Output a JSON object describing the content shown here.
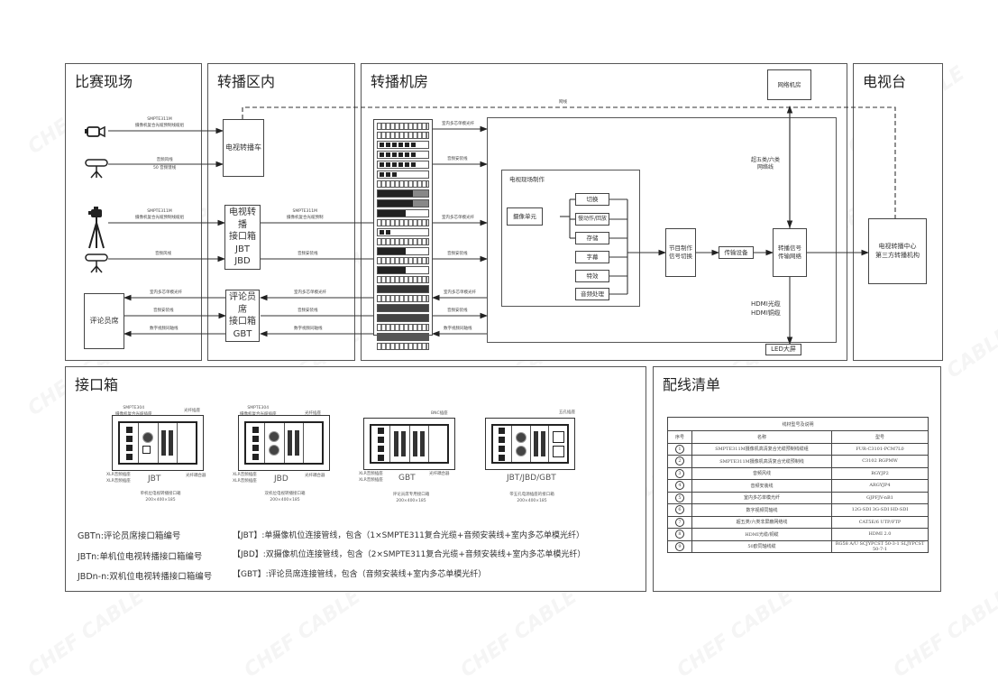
{
  "panels": {
    "venue": {
      "title": "比赛现场"
    },
    "broadcast_area": {
      "title": "转播区内"
    },
    "control_room": {
      "title": "转播机房"
    },
    "tv_station": {
      "title": "电视台"
    },
    "junction_boxes": {
      "title": "接口箱"
    },
    "wiring_list": {
      "title": "配线清单"
    }
  },
  "venue": {
    "camera1_line_label": [
      "SMPTE311M",
      "摄像机复合光缆预制线缆组"
    ],
    "mic1_line_labels": [
      "音频风线",
      "50 音频馈线"
    ],
    "camera2_line_label": [
      "SMPTE311M",
      "摄像机复合光缆预制线缆组"
    ],
    "mic2_line_label": "音频风线",
    "commentator_box": "评论员席",
    "commentator_lines": [
      "室内多芯单模光纤",
      "音频安装线",
      "数字视频同轴线"
    ]
  },
  "broadcast_area": {
    "ob_van": "电视转播车",
    "jbt_box": [
      "电视转播",
      "接口箱",
      "JBT",
      "JBD"
    ],
    "gbt_box": [
      "评论员席",
      "接口箱",
      "GBT"
    ],
    "jbt_out_labels": [
      [
        "SMPTE311M",
        "摄像机复合光缆预制"
      ],
      "音频安装线"
    ],
    "gbt_out_labels": [
      "室内多芯单模光纤",
      "音频安装线",
      "数字视频同轴线"
    ]
  },
  "control_room": {
    "dashed_line_label": "网线",
    "rack_out_labels": [
      "室内多芯单模光纤",
      "音频安装线",
      "室内多芯单模光纤",
      "音频安装线"
    ],
    "production_group_title": "电视现场制作",
    "camera_unit": "摄像单元",
    "functions": [
      "切换",
      "慢动作/回放",
      "存储",
      "字幕",
      "特效",
      "音频处理"
    ],
    "program_switch": [
      "节目制作",
      "信号切换"
    ],
    "transmission": "传输设备",
    "signal_network": [
      "转播信号",
      "传输网络"
    ],
    "network_room": "网络机房",
    "network_cable_label": [
      "超五类/六类",
      "网络线"
    ],
    "hdmi_label": [
      "HDMI光缆",
      "HDMI铜缆"
    ],
    "led_screen": "LED大屏"
  },
  "tv_station": {
    "center_box": [
      "电视转播中心",
      "第三方转播机构"
    ]
  },
  "junction_boxes": {
    "items": [
      {
        "name": "JBT",
        "desc": "单机位电视转播接口箱",
        "size": "200×400×185",
        "callout_top": [
          "SMPTE304",
          "摄像机复合光缆插座"
        ],
        "callout_right": "光纤插座",
        "callout_left": [
          "XLR音频插座",
          "XLR音频插座"
        ],
        "callout_br": "光纤耦合器"
      },
      {
        "name": "JBD",
        "desc": "双机位电视转播接口箱",
        "size": "200×400×185",
        "callout_top": [
          "SMPTE304",
          "摄像机复合光缆插座"
        ],
        "callout_right": "光纤插座",
        "callout_left": [
          "XLR音频插座",
          "XLR音频插座"
        ],
        "callout_br": "光纤耦合器"
      },
      {
        "name": "GBT",
        "desc": "评论员席专用接口箱",
        "size": "200×400×185",
        "callout_top": "BNC插座",
        "callout_left": [
          "XLR音频插座",
          "XLR音频插座"
        ],
        "callout_br": "光纤耦合器"
      },
      {
        "name": "JBT/JBD/GBT",
        "desc": "带五孔电源插座的接口箱",
        "size": "200×400×185",
        "callout_top": "五孔插座"
      }
    ],
    "legend_codes": [
      "GBTn:评论员席接口箱编号",
      "JBTn:单机位电视转播接口箱编号",
      "JBDn-n:双机位电视转播接口箱编号"
    ],
    "legend_desc": [
      "【JBT】:单摄像机位连接管线，包含（1×SMPTE311复合光缆+音频安装线+室内多芯单模光纤）",
      "【JBD】:双摄像机位连接管线，包含（2×SMPTE311复合光缆+音频安装线+室内多芯单模光纤）",
      "【GBT】:评论员席连接管线，包含（音频安装线+室内多芯单模光纤）"
    ]
  },
  "wiring_table": {
    "caption": "线材型号及说明",
    "headers": [
      "序号",
      "名称",
      "型号"
    ],
    "rows": [
      {
        "no": "1",
        "name": "SMPTE311M摄像机高清复合光缆预制线缆组",
        "model": "FUR-C3101-PCM7L0"
      },
      {
        "no": "2",
        "name": "SMPTE311M摄像机高清复合光缆预制线",
        "model": "C3102 RGPMW"
      },
      {
        "no": "3",
        "name": "音频风线",
        "model": "RGYJP2"
      },
      {
        "no": "4",
        "name": "音频安装线",
        "model": "ARGYJP4"
      },
      {
        "no": "5",
        "name": "室内多芯单模光纤",
        "model": "GJPFJV-nB1"
      },
      {
        "no": "6",
        "name": "数字视频同轴线",
        "model": "12G-SDI 3G-SDI HD-SDI"
      },
      {
        "no": "7",
        "name": "超五类/六类非屏蔽网络线",
        "model": "CAT5E/6 UTP/FTP"
      },
      {
        "no": "8",
        "name": "HDMI光缆/铜缆",
        "model": "HDMI 2.0"
      },
      {
        "no": "9",
        "name": "50欧同轴线缆",
        "model": "RG58 A/U SCJYPCST 50-3-1 SLJYPCST 50-7-1"
      }
    ]
  },
  "watermark": "CHEF CABLE"
}
